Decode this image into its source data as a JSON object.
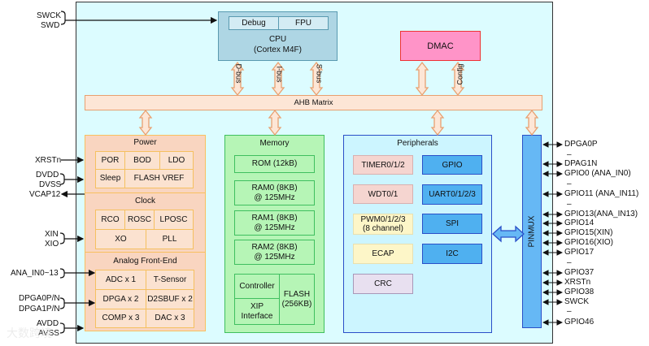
{
  "chip": {
    "cpu": {
      "sub_left": "Debug",
      "sub_right": "FPU",
      "title": "CPU",
      "subtitle": "(Cortex M4F)"
    },
    "dmac": {
      "label": "DMAC"
    },
    "buses": {
      "dbus": "D-bus",
      "ibus": "I-bus",
      "sbus": "S-bus",
      "config": "Config"
    },
    "ahb": {
      "label": "AHB Matrix"
    },
    "power": {
      "title": "Power",
      "cells": [
        "POR",
        "BOD",
        "LDO",
        "Sleep",
        "FLASH VREF"
      ]
    },
    "clock": {
      "title": "Clock",
      "cells": [
        "RCO",
        "ROSC",
        "LPOSC",
        "XO",
        "PLL"
      ]
    },
    "afe": {
      "title": "Analog Front-End",
      "cells": [
        "ADC x 1",
        "T-Sensor",
        "DPGA x 2",
        "D2SBUF x 2",
        "COMP x 3",
        "DAC x 3"
      ]
    },
    "memory": {
      "title": "Memory",
      "rom": "ROM (12kB)",
      "ram0": [
        "RAM0 (8KB)",
        "@ 125MHz"
      ],
      "ram1": [
        "RAM1 (8KB)",
        "@ 125MHz"
      ],
      "ram2": [
        "RAM2 (8KB)",
        "@ 125MHz"
      ],
      "controller": "Controller",
      "xip": [
        "XIP",
        "Interface"
      ],
      "flash": [
        "FLASH",
        "(256KB)"
      ]
    },
    "peripherals": {
      "title": "Peripherals",
      "timer": "TIMER0/1/2",
      "wdt": "WDT0/1",
      "pwm": [
        "PWM0/1/2/3",
        "(8 channel)"
      ],
      "ecap": "ECAP",
      "crc": "CRC",
      "gpio": "GPIO",
      "uart": "UART0/1/2/3",
      "spi": "SPI",
      "i2c": "I2C"
    },
    "pinmux": {
      "label": "PINMUX"
    }
  },
  "left_signals": {
    "swck": "SWCK",
    "swd": "SWD",
    "xrstn": "XRSTn",
    "dvdd": "DVDD",
    "dvss": "DVSS",
    "vcap12": "VCAP12",
    "xin": "XIN",
    "xio": "XIO",
    "ana_in": "ANA_IN0~13",
    "dpga0": "DPGA0P/N",
    "dpga1": "DPGA1P/N",
    "avdd": "AVDD",
    "avss": "AVSS"
  },
  "right_pins": [
    "DPGA0P",
    "–",
    "DPAG1N",
    "GPIO0 (ANA_IN0)",
    "–",
    "GPIO11 (ANA_IN11)",
    "–",
    "GPIO13(ANA_IN13)",
    "GPIO14",
    "GPIO15(XIN)",
    "GPIO16(XIO)",
    "GPIO17",
    "–",
    "GPIO37",
    "XRSTn",
    "GPIO38",
    "SWCK",
    "–",
    "GPIO46"
  ],
  "colors": {
    "chip_bg": "#dcfcff",
    "cpu": "#aed6e4",
    "dmac": "#ff94c8",
    "ahb": "#fde6d6",
    "analog_group": "#f9d5c0",
    "memory": "#b6f5b6",
    "peripherals": "#ccf5ff",
    "pinmux": "#66b8f5",
    "bus_arrow": "#e8a070"
  },
  "watermark": "大数跨境"
}
